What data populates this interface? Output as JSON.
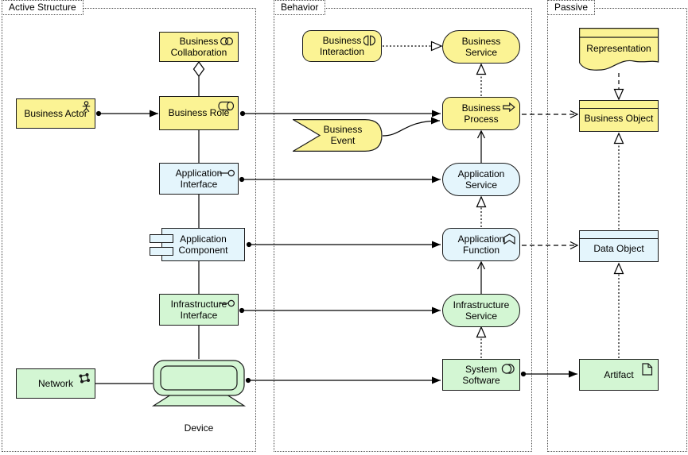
{
  "palette": {
    "business": "#fbf394",
    "application": "#e4f5fc",
    "technology": "#d3f6d3",
    "outline": "#000000",
    "canvas": "#ffffff"
  },
  "sections": {
    "active_structure": {
      "label": "Active Structure"
    },
    "behavior": {
      "label": "Behavior"
    },
    "passive": {
      "label": "Passive"
    }
  },
  "nodes": {
    "business_collaboration": {
      "label": "Business Collaboration",
      "icon": "overlapping-circles"
    },
    "business_actor": {
      "label": "Business Actor",
      "icon": "stick-figure"
    },
    "business_role": {
      "label": "Business Role",
      "icon": "cylinder-role"
    },
    "application_interface": {
      "label": "Application Interface",
      "icon": "lollipop-interface"
    },
    "application_component": {
      "label": "Application Component",
      "icon": "component-tabs"
    },
    "infrastructure_interface": {
      "label": "Infrastructure Interface",
      "icon": "lollipop-interface"
    },
    "network": {
      "label": "Network",
      "icon": "linked-nodes"
    },
    "device": {
      "label": "Device",
      "icon": "monitor-shape"
    },
    "business_interaction": {
      "label": "Business Interaction",
      "icon": "split-circle"
    },
    "business_service": {
      "label": "Business Service",
      "icon": "none"
    },
    "business_process": {
      "label": "Business Process",
      "icon": "arrow-right-outline"
    },
    "business_event": {
      "label": "Business Event",
      "icon": "notched-flag-shape"
    },
    "application_service": {
      "label": "Application Service",
      "icon": "none"
    },
    "application_function": {
      "label": "Application Function",
      "icon": "chevron-up-outline"
    },
    "infrastructure_service": {
      "label": "Infrastructure Service",
      "icon": "none"
    },
    "system_software": {
      "label": "System Software",
      "icon": "double-circle"
    },
    "representation": {
      "label": "Representation",
      "icon": "wavy-document-shape"
    },
    "business_object": {
      "label": "Business Object",
      "icon": "top-bar"
    },
    "data_object": {
      "label": "Data Object",
      "icon": "top-bar"
    },
    "artifact": {
      "label": "Artifact",
      "icon": "file-folded-corner"
    }
  }
}
